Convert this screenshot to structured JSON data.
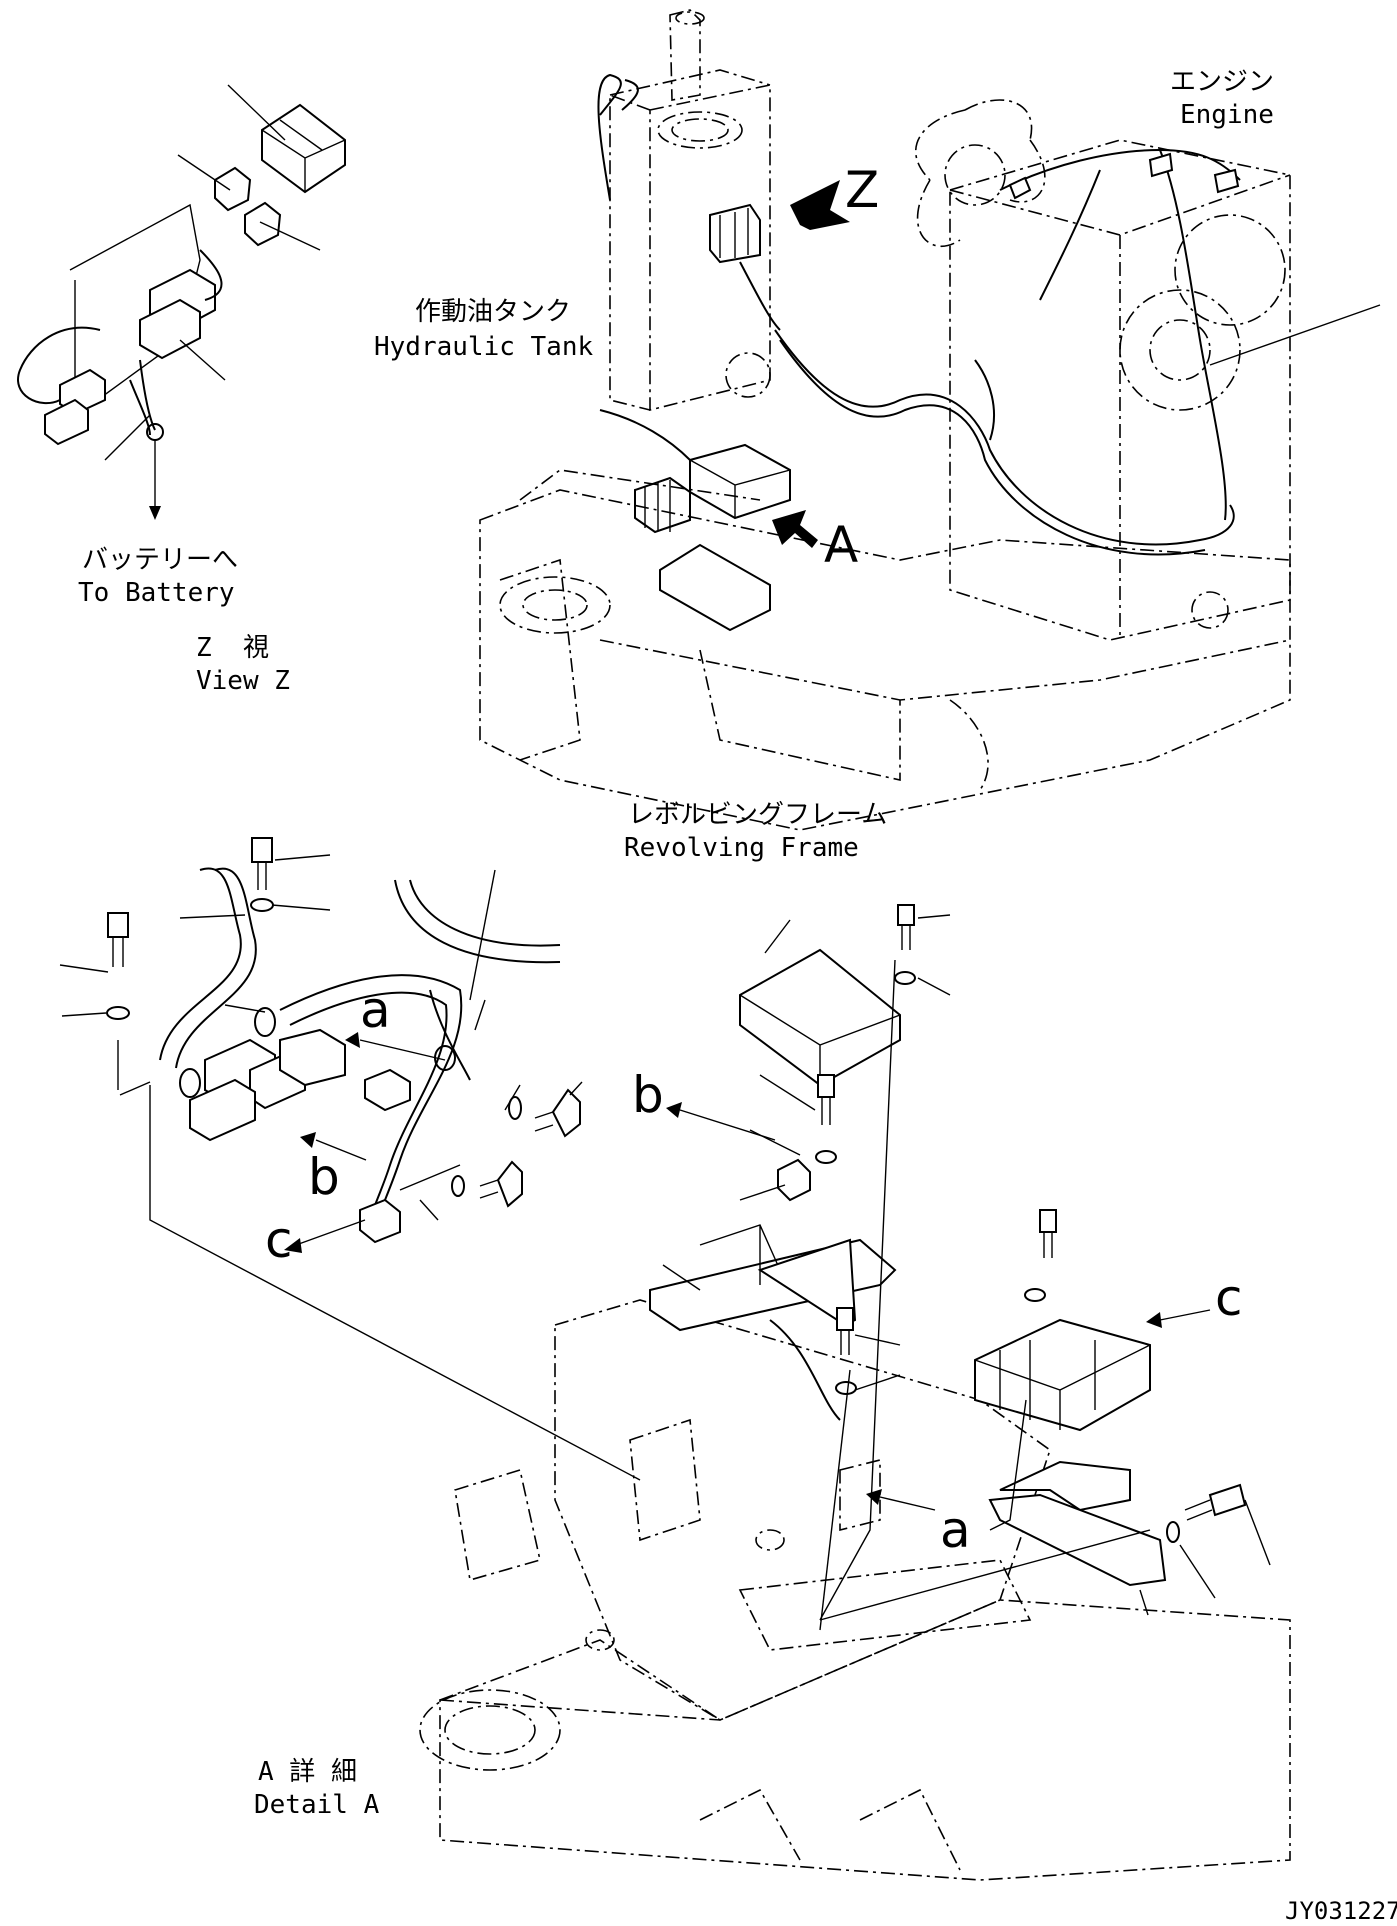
{
  "labels": {
    "engine_jp": "エンジン",
    "engine_en": "Engine",
    "hydraulic_tank_jp": "作動油タンク",
    "hydraulic_tank_en": "Hydraulic Tank",
    "to_battery_jp": "バッテリーへ",
    "to_battery_en": "To Battery",
    "view_z_jp": "Z  視",
    "view_z_en": "View Z",
    "revolving_frame_jp": "レボルビングフレーム",
    "revolving_frame_en": "Revolving Frame",
    "detail_a_jp": "A 詳 細",
    "detail_a_en": "Detail A",
    "drawing_code": "JY031227"
  },
  "callouts": {
    "z": "Z",
    "a_big": "A",
    "a1": "a",
    "a2": "a",
    "b1": "b",
    "b2": "b",
    "c1": "c",
    "c2": "c"
  }
}
